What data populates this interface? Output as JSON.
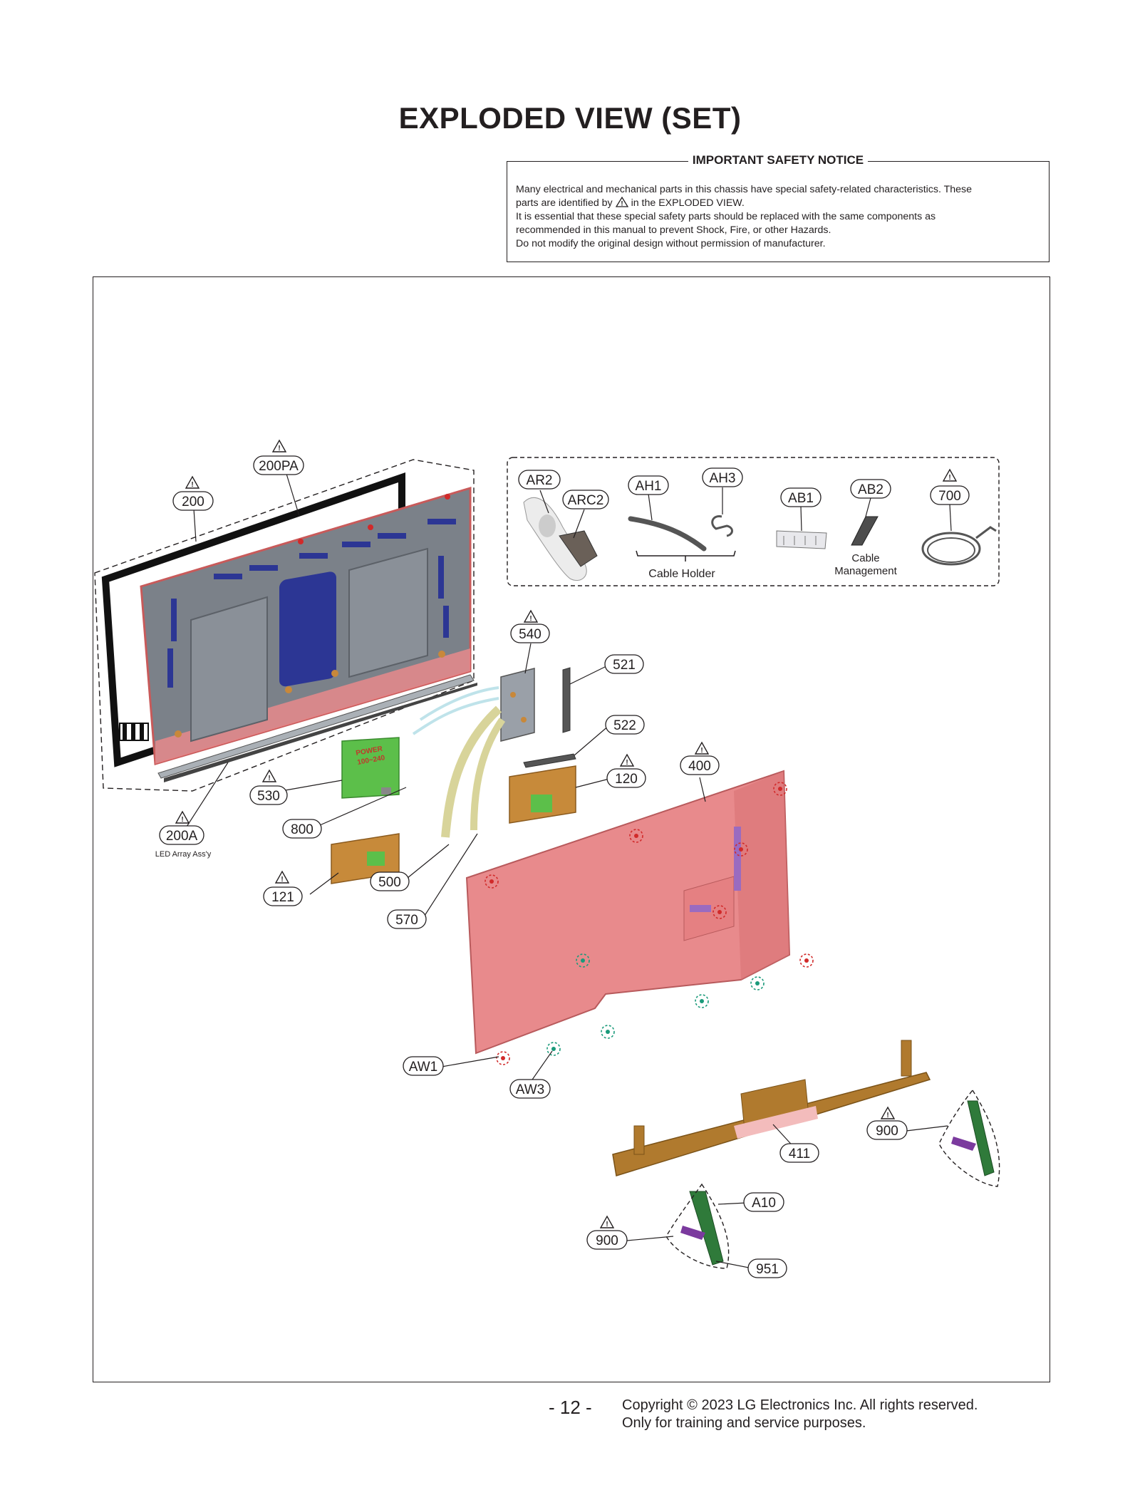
{
  "title": "EXPLODED VIEW (SET)",
  "notice": {
    "heading": "IMPORTANT SAFETY NOTICE",
    "line1": "Many electrical and mechanical parts in this chassis have special safety-related characteristics. These",
    "line2a": "parts are identified by",
    "line2b": "in the EXPLODED VIEW.",
    "line3": "It is essential that these special safety parts should be replaced with the same components as",
    "line4": "recommended in this manual to prevent Shock, Fire, or other Hazards.",
    "line5": "Do not modify the original design without permission of manufacturer."
  },
  "parts": {
    "p200": "200",
    "p200PA": "200PA",
    "p200A": "200A",
    "p200A_caption": "LED Array Ass'y",
    "p530": "530",
    "p800": "800",
    "p121": "121",
    "p500": "500",
    "p570": "570",
    "p540": "540",
    "p521": "521",
    "p522": "522",
    "p120": "120",
    "p400": "400",
    "pAW1": "AW1",
    "pAW3": "AW3",
    "p411": "411",
    "p900a": "900",
    "p900b": "900",
    "pA10": "A10",
    "p951": "951",
    "pAR2": "AR2",
    "pARC2": "ARC2",
    "pAH1": "AH1",
    "pAH3": "AH3",
    "pAB1": "AB1",
    "pAB2": "AB2",
    "p700": "700"
  },
  "captions": {
    "cable_holder": "Cable Holder",
    "cable_management_1": "Cable",
    "cable_management_2": "Management",
    "power_board_1": "POWER",
    "power_board_2": "100~240"
  },
  "footer": {
    "page": "- 12 -",
    "copyright_line1": "Copyright © 2023 LG Electronics Inc. All rights reserved.",
    "copyright_line2": "Only for training and service purposes."
  },
  "colors": {
    "panel_gray": "#7b8189",
    "panel_blue": "#2c3694",
    "back_cover_pink": "#e88a8c",
    "board_green": "#5cbf4a",
    "board_orange": "#c78a3a",
    "stand_green": "#2f7a3a",
    "stand_purple": "#7b3a9e",
    "bracket_gold": "#b07a2e",
    "screw_red": "#d12a2a",
    "screw_green": "#1a9a7a"
  }
}
